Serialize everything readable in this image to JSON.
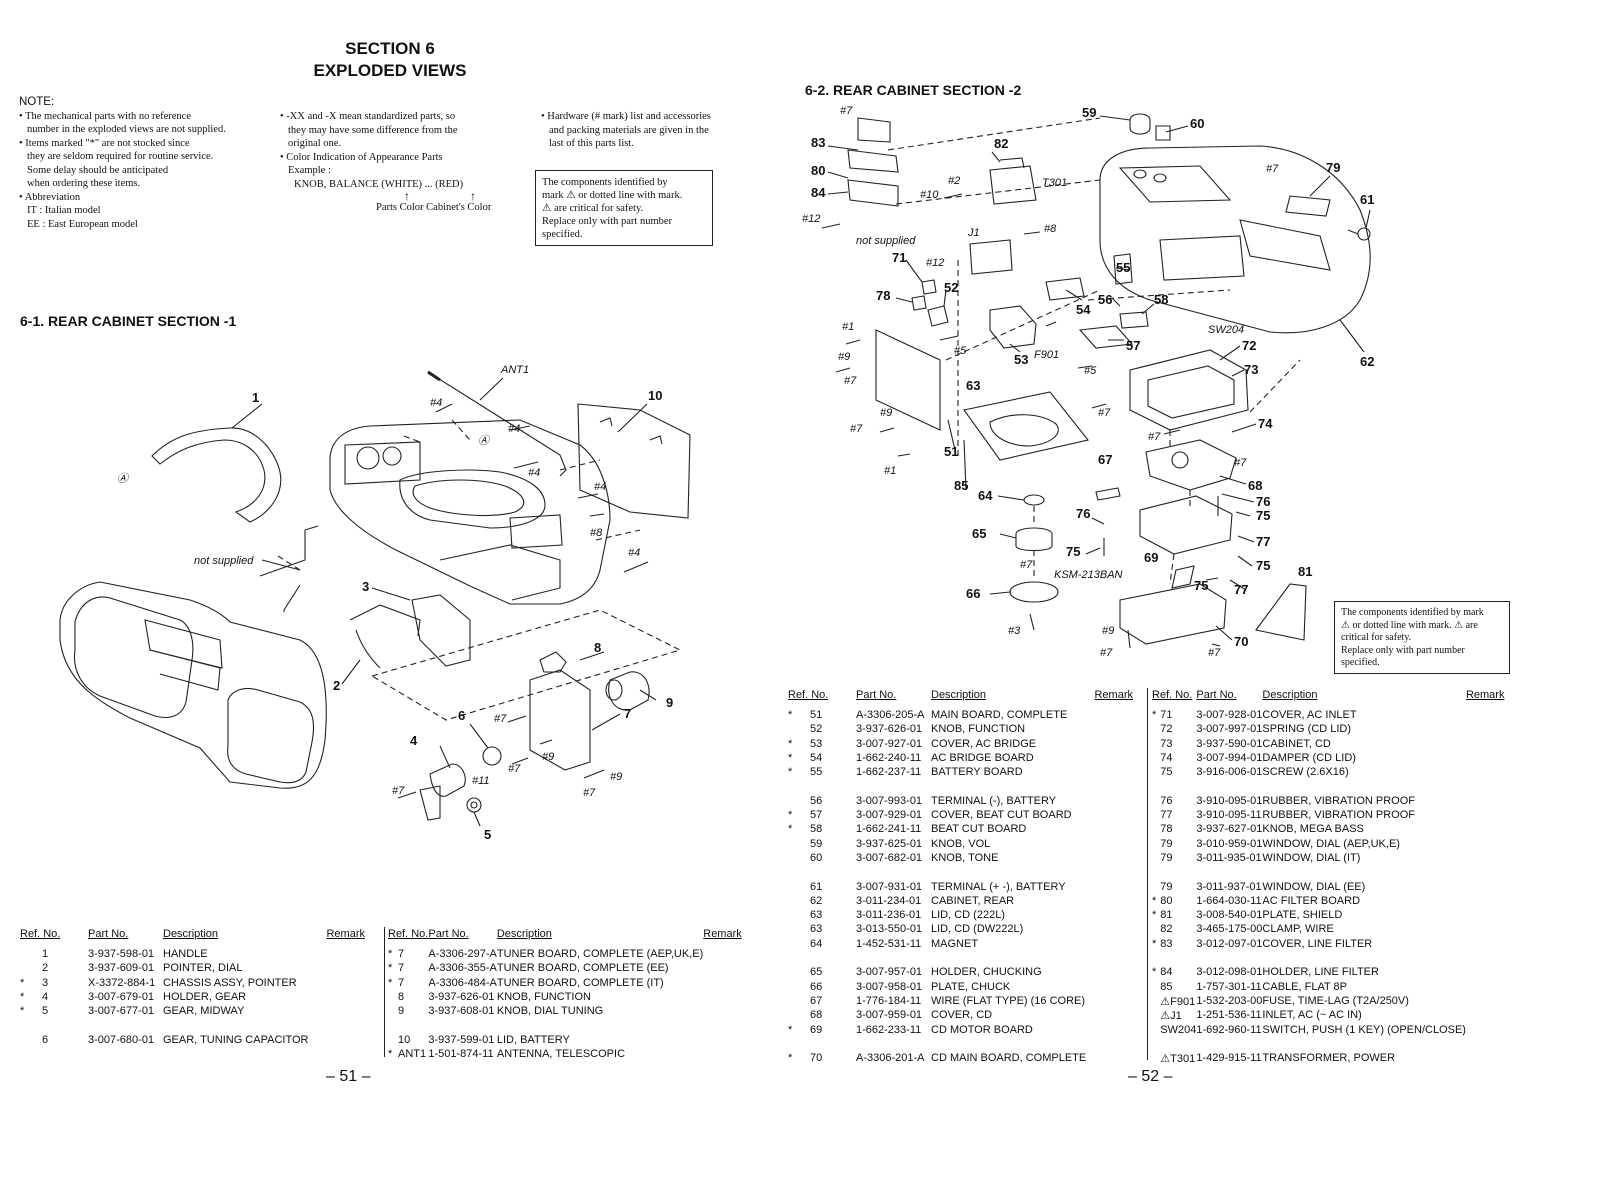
{
  "header": {
    "section": "SECTION 6",
    "title": "EXPLODED VIEWS"
  },
  "notes": {
    "heading": "NOTE:",
    "col1": [
      "• The mechanical parts with no reference",
      "number in the exploded views are not supplied.",
      "• Items marked \"*\" are not stocked since",
      "they are seldom required for routine service.",
      "Some delay should be anticipated",
      "when ordering these items.",
      "• Abbreviation",
      "IT : Italian model",
      "EE : East European model"
    ],
    "col2": [
      "• -XX and -X mean standardized parts, so",
      "they may have some difference from the",
      "original one.",
      "• Color Indication of Appearance Parts",
      "Example :",
      "KNOB, BALANCE (WHITE) ... (RED)",
      "↑                    ↑",
      "Parts Color  Cabinet's Color"
    ],
    "col3": [
      "• Hardware (# mark) list and accessories",
      "and packing materials are given in the",
      "last of this parts list."
    ],
    "safety_box_1": [
      "The components identified by",
      "mark ⚠ or dotted line with mark.",
      "⚠ are critical for safety.",
      "Replace only with part number",
      "specified."
    ],
    "safety_box_2": [
      "The components identified by mark",
      "⚠ or dotted line with mark. ⚠ are",
      "critical for safety.",
      "Replace only with part number",
      "specified."
    ]
  },
  "section1": {
    "title": "6-1. REAR CABINET SECTION -1",
    "labels": {
      "ant": "ANT1",
      "not_supplied": "not supplied",
      "n1": "1",
      "n2": "2",
      "n3": "3",
      "n4": "4",
      "n5": "5",
      "n6": "6",
      "n7": "7",
      "n8": "8",
      "n9": "9",
      "n10": "10",
      "h4": "#4",
      "h7": "#7",
      "h8": "#8",
      "h9": "#9",
      "h11": "#11",
      "a": "Ⓐ"
    }
  },
  "section2": {
    "title": "6-2. REAR CABINET SECTION -2",
    "labels": {
      "not_supplied": "not supplied",
      "t301": "T301",
      "j1": "J1",
      "f901": "F901",
      "sw204": "SW204",
      "ksm": "KSM-213BAN",
      "h1": "#1",
      "h2": "#2",
      "h3": "#3",
      "h5": "#5",
      "h7": "#7",
      "h8": "#8",
      "h9": "#9",
      "h10": "#10",
      "h12": "#12"
    }
  },
  "table_headers": {
    "ref": "Ref. No.",
    "part": "Part No.",
    "desc": "Description",
    "remark": "Remark"
  },
  "parts_table_1a": [
    {
      "star": "",
      "ref": "1",
      "part": "3-937-598-01",
      "desc": "HANDLE"
    },
    {
      "star": "",
      "ref": "2",
      "part": "3-937-609-01",
      "desc": "POINTER, DIAL"
    },
    {
      "star": "*",
      "ref": "3",
      "part": "X-3372-884-1",
      "desc": "CHASSIS ASSY, POINTER"
    },
    {
      "star": "*",
      "ref": "4",
      "part": "3-007-679-01",
      "desc": "HOLDER, GEAR"
    },
    {
      "star": "*",
      "ref": "5",
      "part": "3-007-677-01",
      "desc": "GEAR, MIDWAY"
    },
    {
      "gap": true
    },
    {
      "star": "",
      "ref": "6",
      "part": "3-007-680-01",
      "desc": "GEAR, TUNING CAPACITOR"
    }
  ],
  "parts_table_1b": [
    {
      "star": "*",
      "ref": "7",
      "part": "A-3306-297-A",
      "desc": "TUNER BOARD, COMPLETE (AEP,UK,E)"
    },
    {
      "star": "*",
      "ref": "7",
      "part": "A-3306-355-A",
      "desc": "TUNER BOARD, COMPLETE (EE)"
    },
    {
      "star": "*",
      "ref": "7",
      "part": "A-3306-484-A",
      "desc": "TUNER BOARD, COMPLETE (IT)"
    },
    {
      "star": "",
      "ref": "8",
      "part": "3-937-626-01",
      "desc": "KNOB, FUNCTION"
    },
    {
      "star": "",
      "ref": "9",
      "part": "3-937-608-01",
      "desc": "KNOB, DIAL TUNING"
    },
    {
      "gap": true
    },
    {
      "star": "",
      "ref": "10",
      "part": "3-937-599-01",
      "desc": "LID, BATTERY"
    },
    {
      "star": "*",
      "ref": "ANT1",
      "part": "1-501-874-11",
      "desc": "ANTENNA, TELESCOPIC"
    }
  ],
  "parts_table_2a": [
    {
      "star": "*",
      "ref": "51",
      "part": "A-3306-205-A",
      "desc": "MAIN BOARD, COMPLETE"
    },
    {
      "star": "",
      "ref": "52",
      "part": "3-937-626-01",
      "desc": "KNOB, FUNCTION"
    },
    {
      "star": "*",
      "ref": "53",
      "part": "3-007-927-01",
      "desc": "COVER, AC BRIDGE"
    },
    {
      "star": "*",
      "ref": "54",
      "part": "1-662-240-11",
      "desc": "AC BRIDGE BOARD"
    },
    {
      "star": "*",
      "ref": "55",
      "part": "1-662-237-11",
      "desc": "BATTERY BOARD"
    },
    {
      "gap": true
    },
    {
      "star": "",
      "ref": "56",
      "part": "3-007-993-01",
      "desc": "TERMINAL (-), BATTERY"
    },
    {
      "star": "*",
      "ref": "57",
      "part": "3-007-929-01",
      "desc": "COVER, BEAT CUT BOARD"
    },
    {
      "star": "*",
      "ref": "58",
      "part": "1-662-241-11",
      "desc": "BEAT CUT BOARD"
    },
    {
      "star": "",
      "ref": "59",
      "part": "3-937-625-01",
      "desc": "KNOB, VOL"
    },
    {
      "star": "",
      "ref": "60",
      "part": "3-007-682-01",
      "desc": "KNOB, TONE"
    },
    {
      "gap": true
    },
    {
      "star": "",
      "ref": "61",
      "part": "3-007-931-01",
      "desc": "TERMINAL (+ -), BATTERY"
    },
    {
      "star": "",
      "ref": "62",
      "part": "3-011-234-01",
      "desc": "CABINET, REAR"
    },
    {
      "star": "",
      "ref": "63",
      "part": "3-011-236-01",
      "desc": "LID, CD (222L)"
    },
    {
      "star": "",
      "ref": "63",
      "part": "3-013-550-01",
      "desc": "LID, CD (DW222L)"
    },
    {
      "star": "",
      "ref": "64",
      "part": "1-452-531-11",
      "desc": "MAGNET"
    },
    {
      "gap": true
    },
    {
      "star": "",
      "ref": "65",
      "part": "3-007-957-01",
      "desc": "HOLDER, CHUCKING"
    },
    {
      "star": "",
      "ref": "66",
      "part": "3-007-958-01",
      "desc": "PLATE, CHUCK"
    },
    {
      "star": "",
      "ref": "67",
      "part": "1-776-184-11",
      "desc": "WIRE (FLAT TYPE) (16 CORE)"
    },
    {
      "star": "",
      "ref": "68",
      "part": "3-007-959-01",
      "desc": "COVER, CD"
    },
    {
      "star": "*",
      "ref": "69",
      "part": "1-662-233-11",
      "desc": "CD MOTOR BOARD"
    },
    {
      "gap": true
    },
    {
      "star": "*",
      "ref": "70",
      "part": "A-3306-201-A",
      "desc": "CD MAIN BOARD, COMPLETE"
    }
  ],
  "parts_table_2b": [
    {
      "star": "*",
      "ref": "71",
      "part": "3-007-928-01",
      "desc": "COVER, AC INLET"
    },
    {
      "star": "",
      "ref": "72",
      "part": "3-007-997-01",
      "desc": "SPRING (CD LID)"
    },
    {
      "star": "",
      "ref": "73",
      "part": "3-937-590-01",
      "desc": "CABINET, CD"
    },
    {
      "star": "",
      "ref": "74",
      "part": "3-007-994-01",
      "desc": "DAMPER (CD LID)"
    },
    {
      "star": "",
      "ref": "75",
      "part": "3-916-006-01",
      "desc": "SCREW (2.6X16)"
    },
    {
      "gap": true
    },
    {
      "star": "",
      "ref": "76",
      "part": "3-910-095-01",
      "desc": "RUBBER, VIBRATION PROOF"
    },
    {
      "star": "",
      "ref": "77",
      "part": "3-910-095-11",
      "desc": "RUBBER, VIBRATION PROOF"
    },
    {
      "star": "",
      "ref": "78",
      "part": "3-937-627-01",
      "desc": "KNOB, MEGA BASS"
    },
    {
      "star": "",
      "ref": "79",
      "part": "3-010-959-01",
      "desc": "WINDOW, DIAL (AEP,UK,E)"
    },
    {
      "star": "",
      "ref": "79",
      "part": "3-011-935-01",
      "desc": "WINDOW, DIAL (IT)"
    },
    {
      "gap": true
    },
    {
      "star": "",
      "ref": "79",
      "part": "3-011-937-01",
      "desc": "WINDOW, DIAL (EE)"
    },
    {
      "star": "*",
      "ref": "80",
      "part": "1-664-030-11",
      "desc": "AC FILTER BOARD"
    },
    {
      "star": "*",
      "ref": "81",
      "part": "3-008-540-01",
      "desc": "PLATE, SHIELD"
    },
    {
      "star": "",
      "ref": "82",
      "part": "3-465-175-00",
      "desc": "CLAMP, WIRE"
    },
    {
      "star": "*",
      "ref": "83",
      "part": "3-012-097-01",
      "desc": "COVER, LINE FILTER"
    },
    {
      "gap": true
    },
    {
      "star": "*",
      "ref": "84",
      "part": "3-012-098-01",
      "desc": "HOLDER, LINE FILTER"
    },
    {
      "star": "",
      "ref": "85",
      "part": "1-757-301-11",
      "desc": "CABLE, FLAT 8P"
    },
    {
      "star": "",
      "ref": "⚠F901",
      "part": "1-532-203-00",
      "desc": "FUSE, TIME-LAG (T2A/250V)"
    },
    {
      "star": "",
      "ref": "⚠J1",
      "part": "1-251-536-11",
      "desc": "INLET, AC (~ AC IN)"
    },
    {
      "star": "",
      "ref": "SW204",
      "part": "1-692-960-11",
      "desc": "SWITCH, PUSH (1 KEY) (OPEN/CLOSE)"
    },
    {
      "gap": true
    },
    {
      "star": "",
      "ref": "⚠T301",
      "part": "1-429-915-11",
      "desc": "TRANSFORMER, POWER"
    }
  ],
  "page_numbers": {
    "left": "– 51 –",
    "right": "– 52 –"
  }
}
